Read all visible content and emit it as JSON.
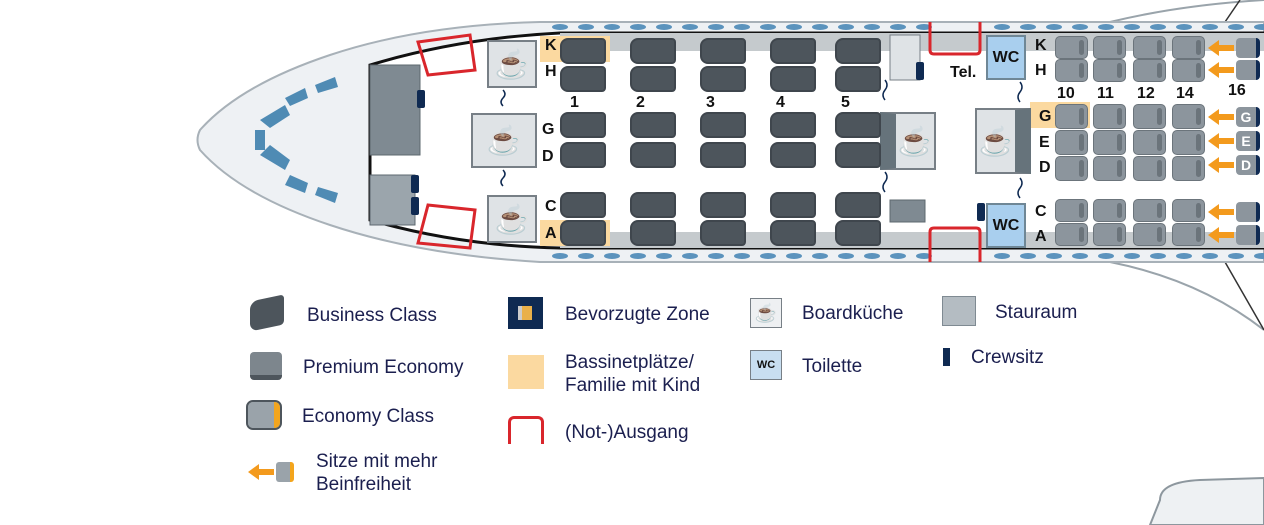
{
  "seatmap": {
    "business": {
      "rows": [
        "1",
        "2",
        "3",
        "4",
        "5"
      ],
      "letters_left": [
        "K",
        "H"
      ],
      "letters_mid": [
        "G",
        "D"
      ],
      "letters_right": [
        "C",
        "A"
      ]
    },
    "economy": {
      "rows": [
        "10",
        "11",
        "12",
        "14"
      ],
      "letters_left": [
        "K",
        "H"
      ],
      "letters_mid": [
        "G",
        "E",
        "D"
      ],
      "letters_right": [
        "C",
        "A"
      ]
    },
    "extra_legroom_row": {
      "row": "16",
      "mid_labels": [
        "G",
        "E",
        "D"
      ]
    },
    "wc_label": "WC",
    "tel_label": "Tel."
  },
  "legend": {
    "business": "Business Class",
    "premium": "Premium Economy",
    "economy": "Economy Class",
    "legroom_1": "Sitze mit mehr",
    "legroom_2": "Beinfreiheit",
    "preferred": "Bevorzugte Zone",
    "bassinet_1": "Bassinetplätze/",
    "bassinet_2": "Familie mit Kind",
    "exit": "(Not-)Ausgang",
    "galley": "Boardküche",
    "toilet": "Toilette",
    "wc_icon": "WC",
    "storage": "Stauraum",
    "crew": "Crewsitz"
  },
  "colors": {
    "exit": "#d9262c",
    "bassinet": "#fbd9a0",
    "wc": "#a9cfee",
    "crew": "#0f2a52",
    "legroom_arrow": "#f39a1d"
  }
}
